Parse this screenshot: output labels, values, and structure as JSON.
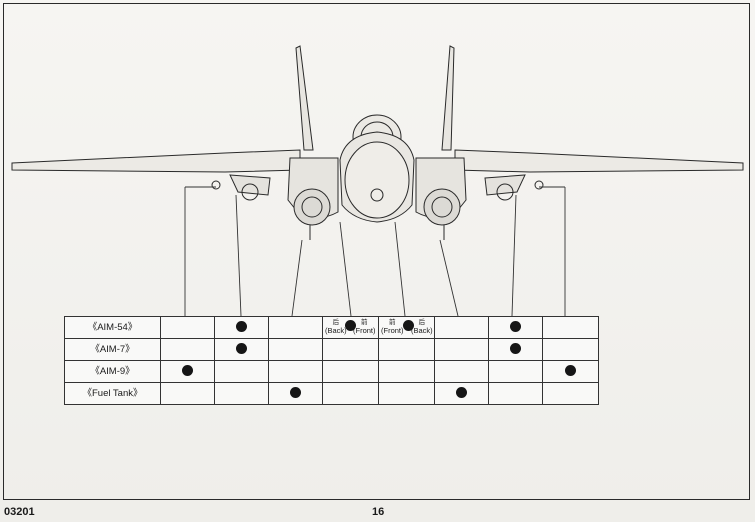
{
  "footer": {
    "catalog_number": "03201",
    "page_number": "16"
  },
  "loadout_table": {
    "rows": [
      {
        "label": "《AIM-54》"
      },
      {
        "label": "《AIM-7》"
      },
      {
        "label": "《AIM-9》"
      },
      {
        "label": "《Fuel Tank》"
      }
    ],
    "notes": {
      "left_back_cn": "后",
      "left_back_en": "(Back)",
      "left_front_cn": "前",
      "left_front_en": "(Front)",
      "right_front_cn": "前",
      "right_front_en": "(Front)",
      "right_back_cn": "后",
      "right_back_en": "(Back)"
    }
  },
  "colors": {
    "line": "#2a2a2a",
    "dot": "#161616",
    "paper": "#f3f2ef"
  }
}
